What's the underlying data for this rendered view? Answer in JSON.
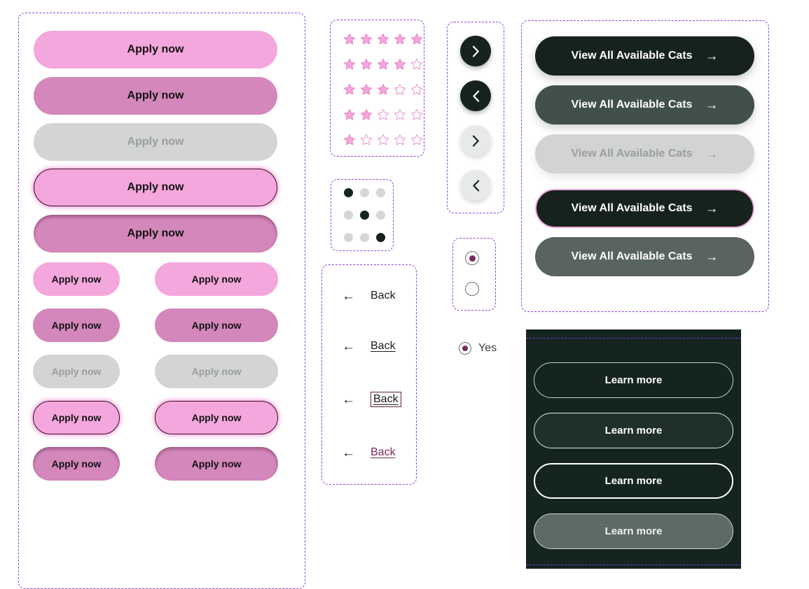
{
  "labels": {
    "apply": "Apply now",
    "back": "Back",
    "cta": "View All Available Cats",
    "learn": "Learn more",
    "yes": "Yes",
    "arrow_right": "→",
    "arrow_left": "←",
    "chevron_right": "chevron-right-icon",
    "chevron_left": "chevron-left-icon"
  },
  "colors": {
    "pink_default": "#f4a7dc",
    "pink_hover": "#d487bb",
    "disabled_grey": "#d2d5d2",
    "disabled_text": "#9a9d9a",
    "focus_outline": "#3d0b26",
    "dark": "#16231d",
    "dark_hover": "#41504b",
    "dark_active": "#59645f",
    "dark_panel": "#14241e",
    "spec_frame": "#8b46e0",
    "radio_fill": "#7a2a5c",
    "visited_link": "#7a2a5c",
    "star_pink": "#f4a7dc",
    "star_stroke": "#e87fc4",
    "dot_off": "#d4d7d4",
    "dot_on": "#16231d"
  },
  "pink_buttons_large": [
    {
      "label": "Apply now",
      "state": "default"
    },
    {
      "label": "Apply now",
      "state": "hover"
    },
    {
      "label": "Apply now",
      "state": "disabled"
    },
    {
      "label": "Apply now",
      "state": "focus"
    },
    {
      "label": "Apply now",
      "state": "active"
    }
  ],
  "pink_buttons_small_left": [
    {
      "label": "Apply now",
      "state": "default"
    },
    {
      "label": "Apply now",
      "state": "hover"
    },
    {
      "label": "Apply now",
      "state": "disabled"
    },
    {
      "label": "Apply now",
      "state": "focus"
    },
    {
      "label": "Apply now",
      "state": "active"
    }
  ],
  "pink_buttons_small_right": [
    {
      "label": "Apply now",
      "state": "default"
    },
    {
      "label": "Apply now",
      "state": "hover"
    },
    {
      "label": "Apply now",
      "state": "disabled"
    },
    {
      "label": "Apply now",
      "state": "focus"
    },
    {
      "label": "Apply now",
      "state": "active"
    }
  ],
  "star_ratings": [
    {
      "filled": 5,
      "total": 5
    },
    {
      "filled": 4,
      "total": 5
    },
    {
      "filled": 3,
      "total": 5
    },
    {
      "filled": 2,
      "total": 5
    },
    {
      "filled": 1,
      "total": 5
    }
  ],
  "dot_indicators": [
    {
      "active_index": 0,
      "count": 3
    },
    {
      "active_index": 1,
      "count": 3
    },
    {
      "active_index": 2,
      "count": 3
    }
  ],
  "back_links": [
    {
      "label": "Back",
      "state": "default"
    },
    {
      "label": "Back",
      "state": "hover"
    },
    {
      "label": "Back",
      "state": "focus"
    },
    {
      "label": "Back",
      "state": "visited"
    }
  ],
  "circle_buttons": [
    {
      "icon": "chevron-right-icon",
      "direction": "right",
      "state": "default"
    },
    {
      "icon": "chevron-left-icon",
      "direction": "left",
      "state": "hover"
    },
    {
      "icon": "chevron-right-icon",
      "direction": "right",
      "state": "light-default"
    },
    {
      "icon": "chevron-left-icon",
      "direction": "left",
      "state": "light-hover"
    }
  ],
  "radios": [
    {
      "selected": true,
      "label": ""
    },
    {
      "selected": false,
      "label": ""
    }
  ],
  "radio_with_label": {
    "selected": true,
    "label": "Yes"
  },
  "cta_buttons": [
    {
      "label": "View All Available Cats",
      "state": "default"
    },
    {
      "label": "View All Available Cats",
      "state": "hover"
    },
    {
      "label": "View All Available Cats",
      "state": "disabled"
    },
    {
      "label": "View All Available Cats",
      "state": "focus"
    },
    {
      "label": "View All Available Cats",
      "state": "active"
    }
  ],
  "ghost_buttons": [
    {
      "label": "Learn more",
      "state": "default"
    },
    {
      "label": "Learn more",
      "state": "hover"
    },
    {
      "label": "Learn more",
      "state": "focus"
    },
    {
      "label": "Learn more",
      "state": "active"
    }
  ]
}
